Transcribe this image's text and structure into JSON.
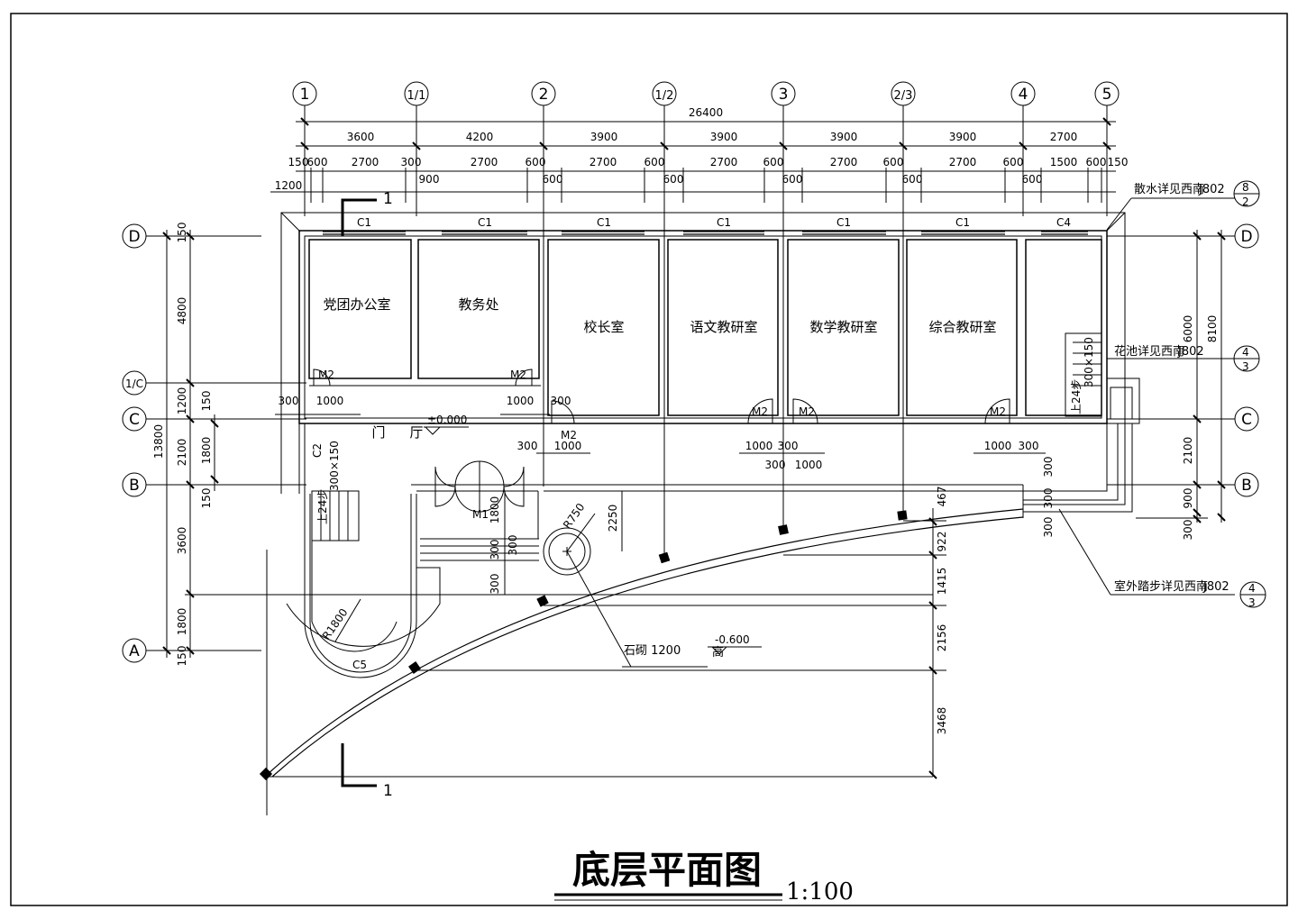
{
  "title": "底层平面图",
  "scale": "1:100",
  "axes_top": [
    "1",
    "1/1",
    "2",
    "1/2",
    "3",
    "2/3",
    "4",
    "5"
  ],
  "axes_side": [
    "D",
    "1/C",
    "C",
    "B",
    "A"
  ],
  "overall_width": "26400",
  "bays": [
    "3600",
    "4200",
    "3900",
    "3900",
    "3900",
    "3900",
    "2700"
  ],
  "openings_row": [
    "150",
    "600",
    "2700",
    "300",
    "2700",
    "600",
    "2700",
    "600",
    "2700",
    "600",
    "2700",
    "600",
    "2700",
    "600",
    "1500",
    "600",
    "150"
  ],
  "openings_sub": [
    "1200",
    "900",
    "600",
    "600",
    "600",
    "600",
    "600"
  ],
  "windows": [
    "C1",
    "C1",
    "C1",
    "C1",
    "C1",
    "C1",
    "C4"
  ],
  "rooms": [
    "党团办公室",
    "教务处",
    "校长室",
    "语文教研室",
    "数学教研室",
    "综合教研室"
  ],
  "doors": [
    "M2",
    "M2",
    "M2",
    "M2",
    "M2",
    "M2",
    "M1"
  ],
  "hall": [
    "门",
    "厅"
  ],
  "elevation_main": "±0.000",
  "elevation_outside": "-0.600",
  "left_dims_outer": [
    "13800"
  ],
  "left_dims_mid": [
    "150",
    "4800",
    "1200",
    "2100",
    "3600",
    "1800",
    "150"
  ],
  "left_dims_inner": [
    "150",
    "1800",
    "150"
  ],
  "right_dims": [
    "6000",
    "2100",
    "900",
    "300",
    "8100"
  ],
  "right_step_dims": [
    "300",
    "300",
    "300"
  ],
  "door_dims": [
    "300",
    "1000",
    "1000",
    "300",
    "1000",
    "300",
    "1000",
    "300",
    "1000",
    "300",
    "1000",
    "300",
    "300"
  ],
  "curve_dims": [
    "467",
    "922",
    "1415",
    "2156",
    "3468"
  ],
  "porch_dims": [
    "1800",
    "300",
    "300",
    "300",
    "2250",
    "R750",
    "R1800"
  ],
  "stair_labels": [
    "上24步",
    "300×150"
  ],
  "stair_labels_right": [
    "上24步",
    "300×150"
  ],
  "window_c5": "C5",
  "window_c2": "C2",
  "notes": {
    "drain": "散水详见西南",
    "drain_ref": "J802",
    "drain_frac": [
      "8",
      "2"
    ],
    "planter": "花池详见西南",
    "planter_ref": "J802",
    "planter_frac": [
      "4",
      "3"
    ],
    "steps": "室外踏步详见西南",
    "steps_ref": "J802",
    "steps_frac": [
      "4",
      "3"
    ],
    "stone": "石砌 1200",
    "stone_h": "高"
  },
  "section_marks": [
    "1",
    "1"
  ]
}
